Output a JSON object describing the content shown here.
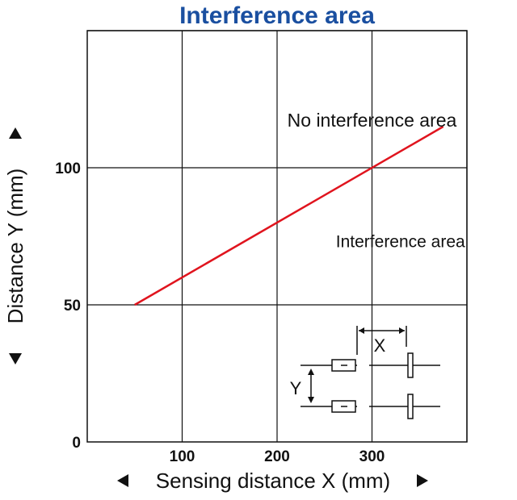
{
  "chart_data": {
    "type": "line",
    "title": "Interference area",
    "xlabel": "Sensing distance X (mm)",
    "ylabel": "Distance Y (mm)",
    "xlim": [
      0,
      400
    ],
    "ylim": [
      0,
      150
    ],
    "x_ticks": [
      100,
      200,
      300
    ],
    "y_ticks": [
      0,
      50,
      100
    ],
    "x_grid": [
      100,
      200,
      300,
      400
    ],
    "y_grid": [
      50,
      100,
      150
    ],
    "grid": true,
    "series": [
      {
        "color": "#e0141e",
        "x": [
          50,
          375
        ],
        "y": [
          50,
          115
        ]
      }
    ],
    "annotations": [
      {
        "text": "No interference area",
        "x": 300,
        "y": 115
      },
      {
        "text": "Interference area",
        "x": 330,
        "y": 71
      }
    ],
    "inset_diagram": {
      "x_label": "X",
      "y_label": "Y"
    }
  }
}
